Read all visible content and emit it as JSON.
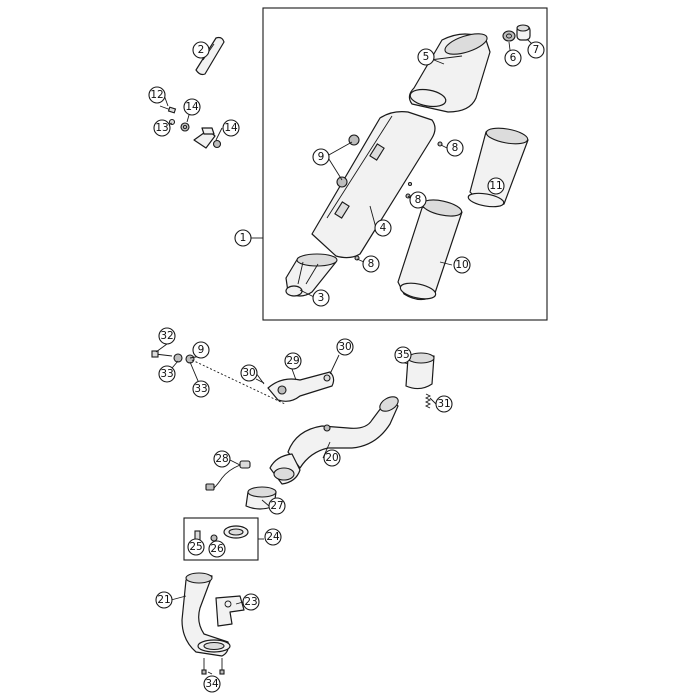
{
  "callouts": {
    "c1": "1",
    "c2": "2",
    "c3": "3",
    "c4": "4",
    "c5": "5",
    "c6": "6",
    "c7": "7",
    "c8a": "8",
    "c8b": "8",
    "c8c": "8",
    "c9a": "9",
    "c9b": "9",
    "c10": "10",
    "c11": "11",
    "c12": "12",
    "c13": "13",
    "c14a": "14",
    "c14b": "14",
    "c20": "20",
    "c21": "21",
    "c23": "23",
    "c24": "24",
    "c25": "25",
    "c26": "26",
    "c27": "27",
    "c28": "28",
    "c29": "29",
    "c30a": "30",
    "c30b": "30",
    "c31": "31",
    "c32": "32",
    "c33a": "33",
    "c33b": "33",
    "c34": "34",
    "c35": "35"
  }
}
